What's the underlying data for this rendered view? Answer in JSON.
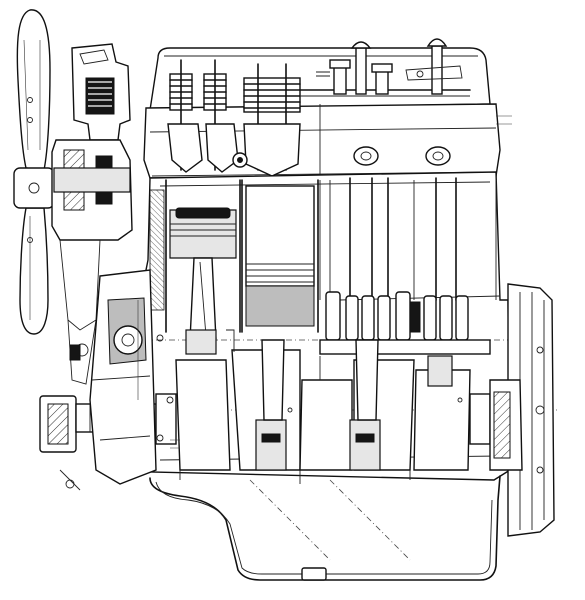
{
  "figure": {
    "kind": "engine-cutaway-line-drawing",
    "ink_color": "#111111",
    "paper_color": "#ffffff",
    "cylinders_visible": 4,
    "valve_springs_visible": 4,
    "spark_plugs_visible": 4,
    "fan_blades_visible": 2
  }
}
